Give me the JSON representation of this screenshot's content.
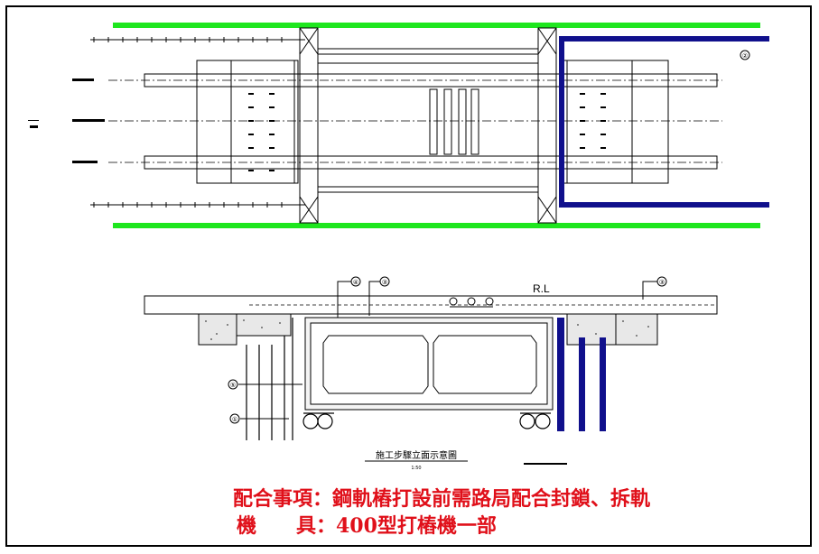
{
  "diagram": {
    "markers": {
      "plan_circle": "②",
      "elev_circle_a": "④",
      "elev_circle_b": "③",
      "elev_circle_c": "③",
      "elev_circle_d": "⑤",
      "elev_circle_e": "①"
    },
    "rl_label": "R.L",
    "elevation_caption": "施工步驟立面示意圖",
    "elevation_scale": "1:50"
  },
  "notes": {
    "line1": "配合事項：鋼軌樁打設前需路局配合封鎖、拆軌",
    "line2": "機　　具：400型打樁機一部"
  },
  "colors": {
    "green_band": "#1ee61e",
    "sheet_pile_blue": "#10108c",
    "note_red": "#e0101a"
  }
}
